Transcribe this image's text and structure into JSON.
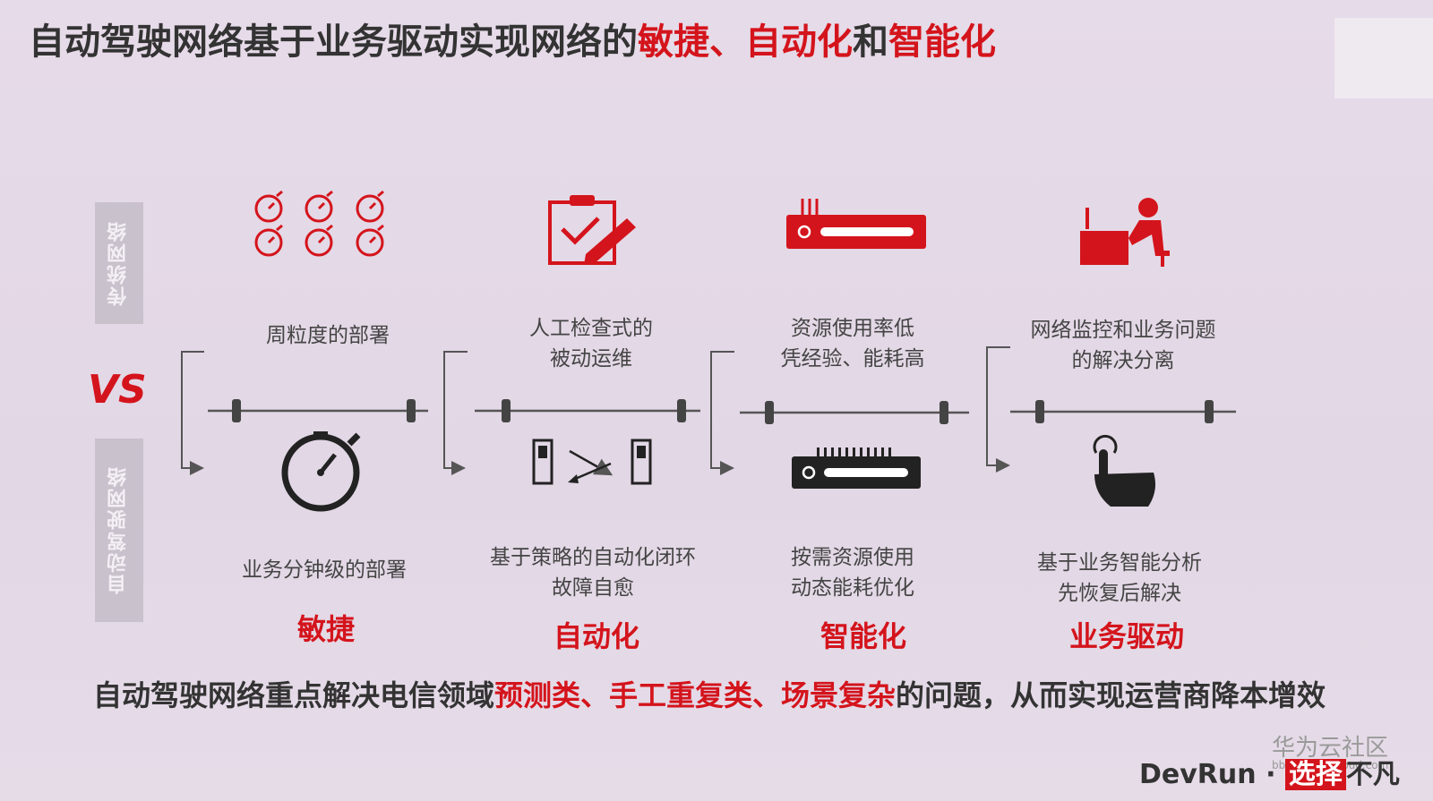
{
  "title": {
    "part1": "自动驾驶网络基于业务驱动实现网络的",
    "part2": "敏捷、自动化",
    "part3": "和",
    "part4": "智能化"
  },
  "labels": {
    "traditional": "传统网络",
    "autonomous": "自动驾驶网络",
    "vs": "VS"
  },
  "columns": [
    {
      "top_icon": "six-alarm-clocks-icon",
      "top_text": "周粒度的部署",
      "bottom_icon": "stopwatch-icon",
      "bottom_text": "业务分钟级的部署",
      "key": "敏捷"
    },
    {
      "top_icon": "clipboard-check-icon",
      "top_text": "人工检查式的\n被动运维",
      "bottom_icon": "server-exchange-icon",
      "bottom_text": "基于策略的自动化闭环\n故障自愈",
      "key": "自动化"
    },
    {
      "top_icon": "router-icon",
      "top_text": "资源使用率低\n凭经验、能耗高",
      "bottom_icon": "network-device-icon",
      "bottom_text": "按需资源使用\n动态能耗优化",
      "key": "智能化"
    },
    {
      "top_icon": "person-at-desk-icon",
      "top_text": "网络监控和业务问题\n的解决分离",
      "bottom_icon": "touch-hand-icon",
      "bottom_text": "基于业务智能分析\n先恢复后解决",
      "key": "业务驱动"
    }
  ],
  "footer": {
    "part1": "自动驾驶网络重点解决电信领域",
    "part2": "预测类、手工重复类、场景复杂",
    "part3": "的问题，从而实现运营商降本增效"
  },
  "brand": {
    "name": "DevRun · ",
    "boxed": "选择",
    "suffix": "不凡"
  },
  "watermark": {
    "name": "华为云社区",
    "url": "bbs.huaweicloud.com"
  },
  "colors": {
    "accent": "#d4141c",
    "dark": "#333333",
    "label_bg": "#c9c1cc"
  }
}
